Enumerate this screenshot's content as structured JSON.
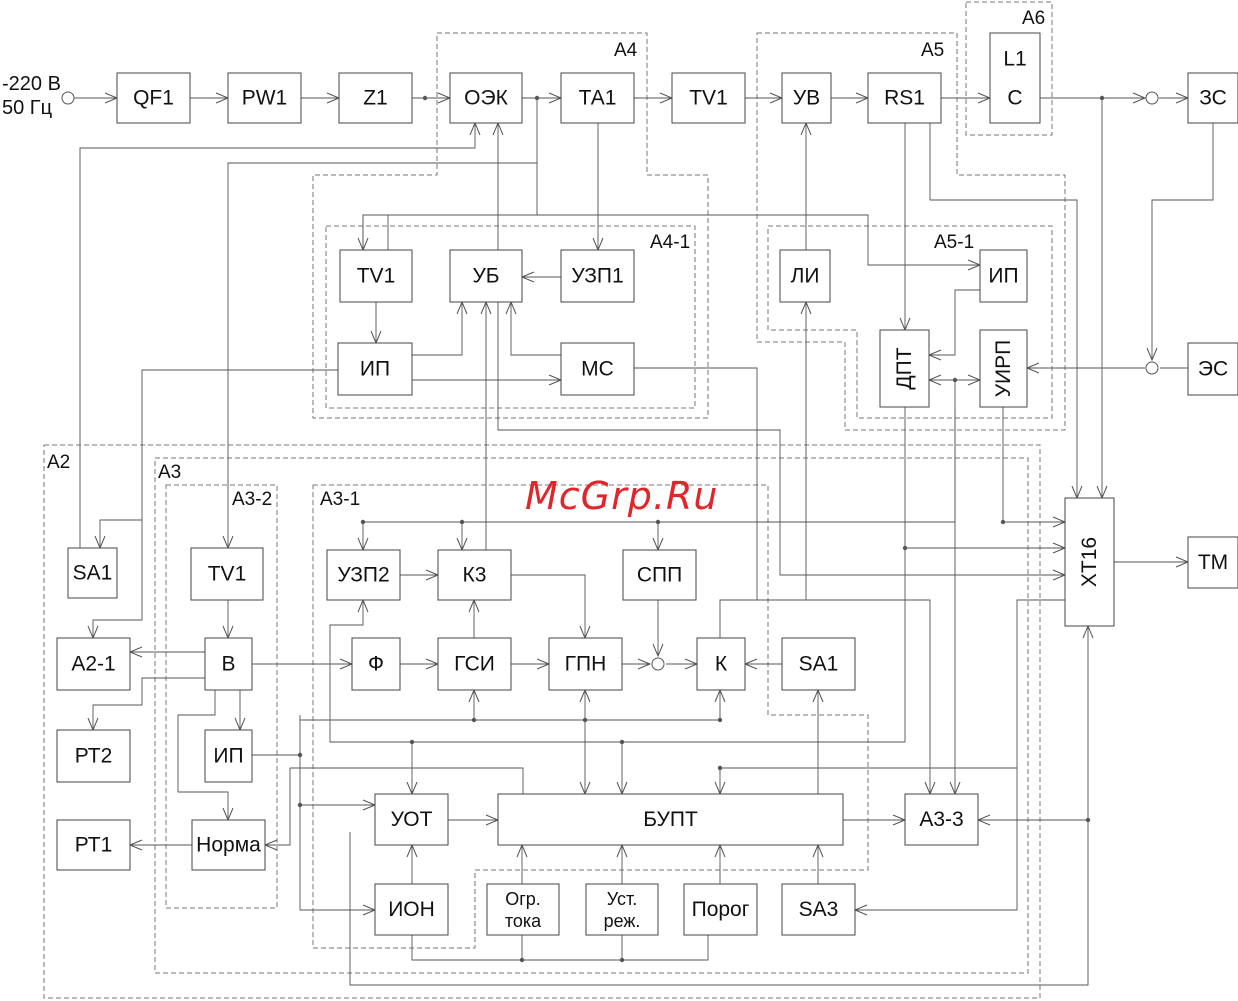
{
  "input": {
    "line1": "-220 В",
    "line2": "50 Гц"
  },
  "watermark": "McGrp.Ru",
  "regions": {
    "A2": "A2",
    "A3": "A3",
    "A3_1": "A3-1",
    "A3_2": "A3-2",
    "A4": "A4",
    "A4_1": "A4-1",
    "A5": "A5",
    "A5_1": "A5-1",
    "A6": "A6"
  },
  "blocks": {
    "qf1": "QF1",
    "pw1": "PW1",
    "z1": "Z1",
    "oek": "ОЭК",
    "ta1": "ТА1",
    "tv1_top": "TV1",
    "uv": "УВ",
    "rs1": "RS1",
    "l1": "L1",
    "c": "C",
    "zs": "ЗС",
    "tv1_a41": "TV1",
    "ub": "УБ",
    "uzp1": "УЗП1",
    "ip_a41": "ИП",
    "ms": "МС",
    "li": "ЛИ",
    "ip_a51": "ИП",
    "dpt": "ДПТ",
    "uirp": "УИРП",
    "es": "ЭС",
    "sa1_left": "SA1",
    "tv1_a32": "TV1",
    "a2_1": "А2-1",
    "v": "В",
    "rt2": "РТ2",
    "ip_a32": "ИП",
    "rt1": "РТ1",
    "norma": "Норма",
    "uzp2": "УЗП2",
    "k3": "К3",
    "spp": "СПП",
    "f": "Ф",
    "gsi": "ГСИ",
    "gpn": "ГПН",
    "k": "К",
    "sa1": "SA1",
    "uot": "УОТ",
    "bupt": "БУПТ",
    "a3_3": "А3-3",
    "ion": "ИОН",
    "ogr_l1": "Огр.",
    "ogr_l2": "тока",
    "ust_l1": "Уст.",
    "ust_l2": "реж.",
    "porog": "Порог",
    "sa3": "SA3",
    "xt16": "ХТ16",
    "tm": "ТМ"
  }
}
